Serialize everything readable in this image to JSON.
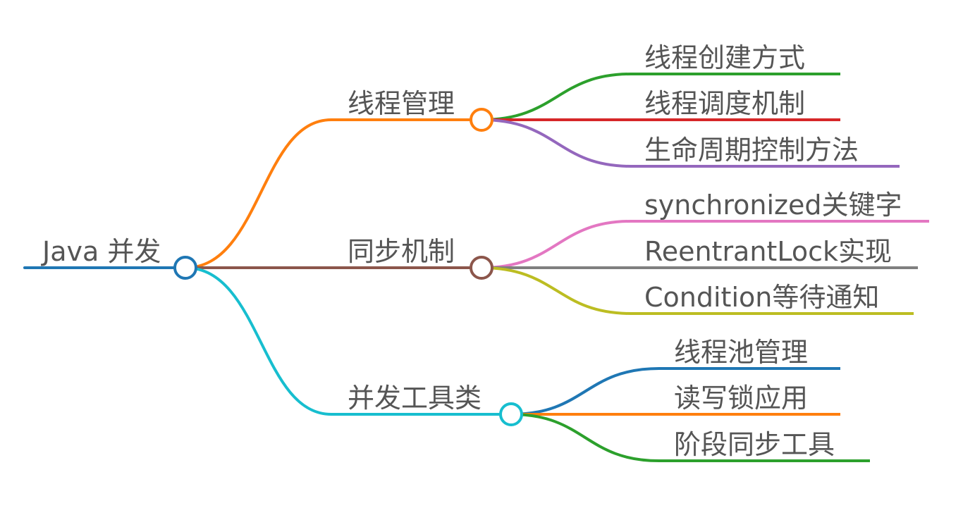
{
  "root": {
    "label": "Java 并发",
    "color": "#1f77b4"
  },
  "branches": [
    {
      "label": "线程管理",
      "color": "#ff7f0e",
      "children": [
        {
          "label": "线程创建方式",
          "color": "#2ca02c"
        },
        {
          "label": "线程调度机制",
          "color": "#d62728"
        },
        {
          "label": "生命周期控制方法",
          "color": "#9467bd"
        }
      ]
    },
    {
      "label": "同步机制",
      "color": "#8c564b",
      "children": [
        {
          "label": "synchronized关键字",
          "color": "#e377c2"
        },
        {
          "label": "ReentrantLock实现",
          "color": "#7f7f7f"
        },
        {
          "label": "Condition等待通知",
          "color": "#bcbd22"
        }
      ]
    },
    {
      "label": "并发工具类",
      "color": "#17becf",
      "children": [
        {
          "label": "线程池管理",
          "color": "#1f77b4"
        },
        {
          "label": "读写锁应用",
          "color": "#ff7f0e"
        },
        {
          "label": "阶段同步工具",
          "color": "#2ca02c"
        }
      ]
    }
  ]
}
